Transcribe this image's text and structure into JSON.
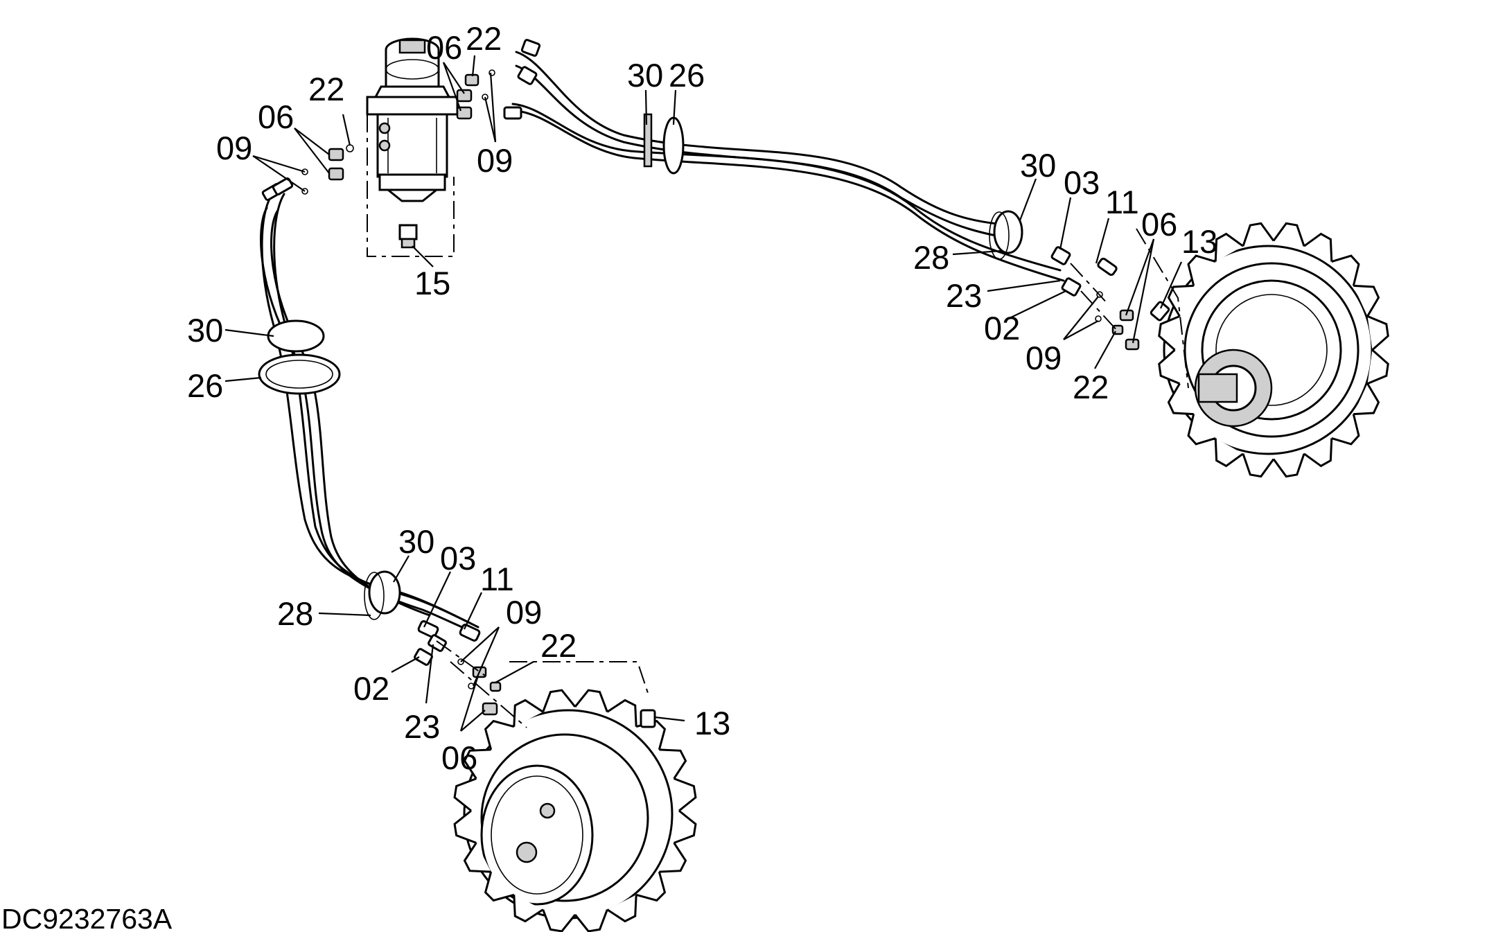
{
  "drawing_number": "DC9232763A",
  "callouts": [
    {
      "id": "c-06-top",
      "text": "06"
    },
    {
      "id": "c-22-top",
      "text": "22"
    },
    {
      "id": "c-22-left",
      "text": "22"
    },
    {
      "id": "c-06-left",
      "text": "06"
    },
    {
      "id": "c-09-left",
      "text": "09"
    },
    {
      "id": "c-09-top",
      "text": "09"
    },
    {
      "id": "c-15",
      "text": "15"
    },
    {
      "id": "c-30-mid",
      "text": "30"
    },
    {
      "id": "c-26-mid",
      "text": "26"
    },
    {
      "id": "c-30-left",
      "text": "30"
    },
    {
      "id": "c-26-left",
      "text": "26"
    },
    {
      "id": "c-30-right",
      "text": "30"
    },
    {
      "id": "c-03-right",
      "text": "03"
    },
    {
      "id": "c-11-right",
      "text": "11"
    },
    {
      "id": "c-06-right",
      "text": "06"
    },
    {
      "id": "c-13-right",
      "text": "13"
    },
    {
      "id": "c-28-right",
      "text": "28"
    },
    {
      "id": "c-23-right",
      "text": "23"
    },
    {
      "id": "c-02-right",
      "text": "02"
    },
    {
      "id": "c-09-right",
      "text": "09"
    },
    {
      "id": "c-22-right",
      "text": "22"
    },
    {
      "id": "c-30-bottom",
      "text": "30"
    },
    {
      "id": "c-03-bottom",
      "text": "03"
    },
    {
      "id": "c-11-bottom",
      "text": "11"
    },
    {
      "id": "c-09-bottom",
      "text": "09"
    },
    {
      "id": "c-28-bottom",
      "text": "28"
    },
    {
      "id": "c-22-bottom",
      "text": "22"
    },
    {
      "id": "c-02-bottom",
      "text": "02"
    },
    {
      "id": "c-13-bottom",
      "text": "13"
    },
    {
      "id": "c-23-bottom",
      "text": "23"
    },
    {
      "id": "c-06-bottom",
      "text": "06"
    }
  ]
}
